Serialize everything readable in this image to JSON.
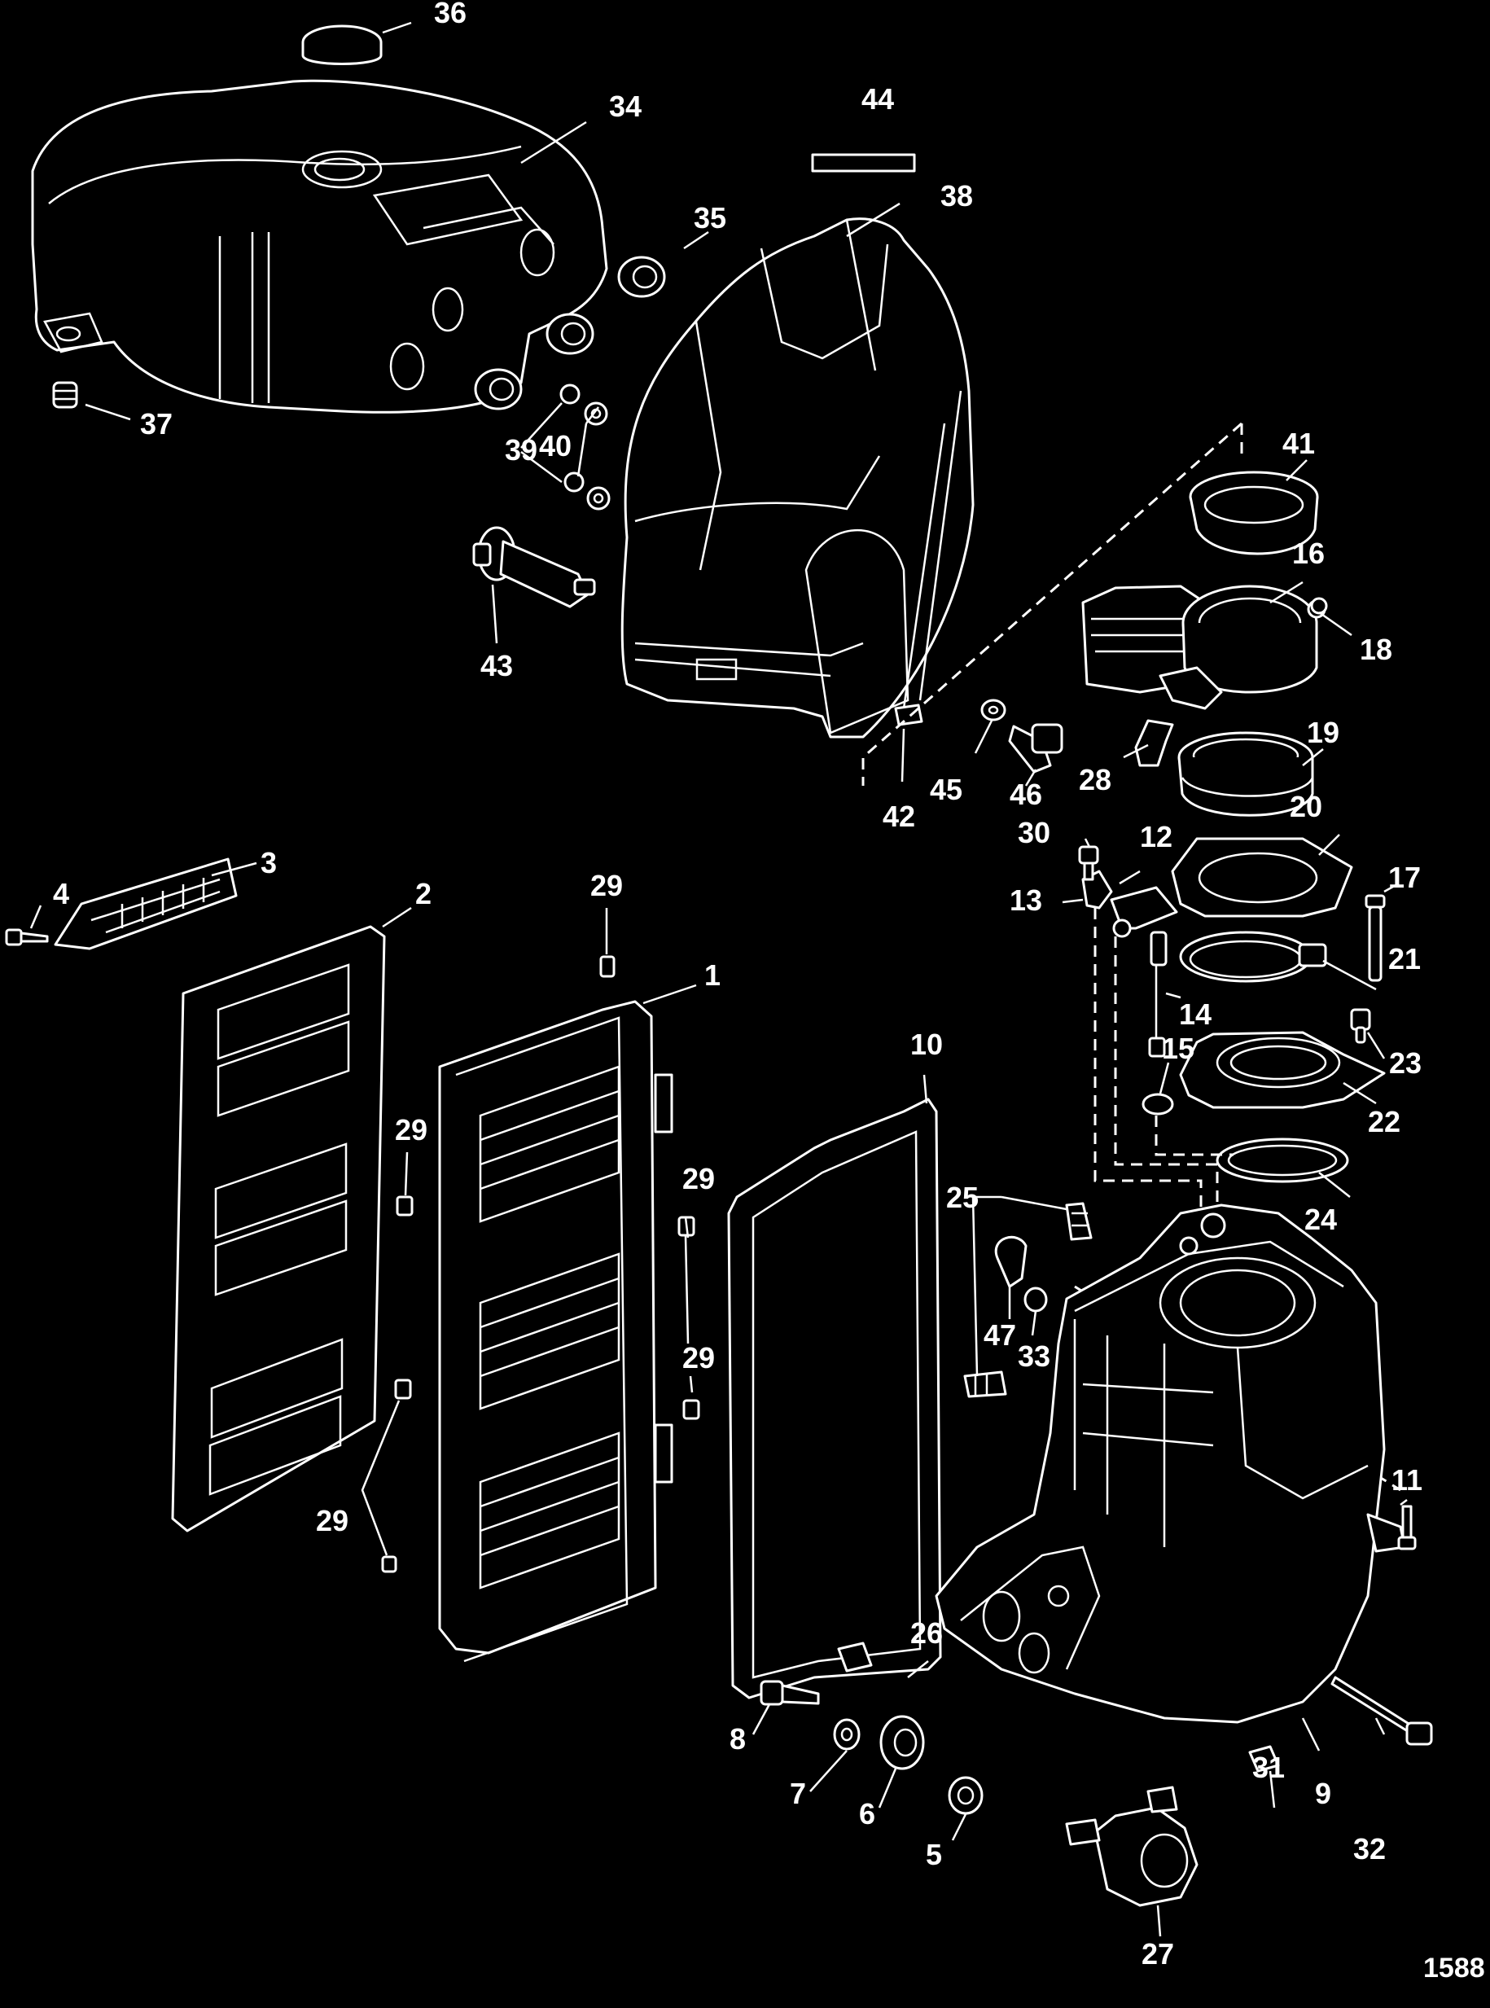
{
  "diagram": {
    "type": "exploded-parts-view",
    "background": "#000000",
    "line_color": "#ffffff",
    "figure_number": "1588",
    "callouts": [
      "1",
      "2",
      "3",
      "4",
      "5",
      "6",
      "7",
      "8",
      "9",
      "10",
      "11",
      "12",
      "13",
      "14",
      "15",
      "16",
      "17",
      "18",
      "19",
      "20",
      "21",
      "22",
      "23",
      "24",
      "25",
      "26",
      "27",
      "28",
      "29",
      "29",
      "29",
      "29",
      "29",
      "30",
      "31",
      "32",
      "33",
      "34",
      "35",
      "36",
      "37",
      "38",
      "39",
      "40",
      "41",
      "42",
      "43",
      "44",
      "45",
      "46",
      "47"
    ]
  }
}
